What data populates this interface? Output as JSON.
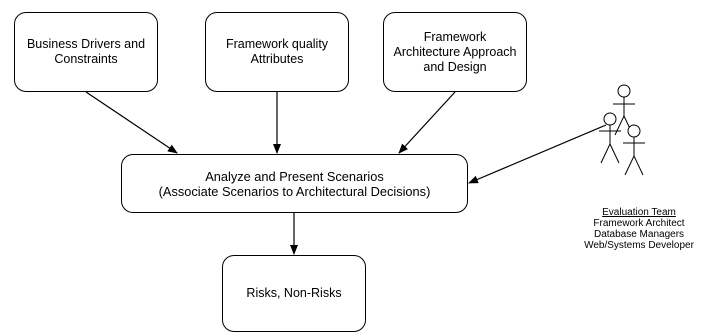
{
  "diagram": {
    "boxes": {
      "business_drivers": "Business Drivers and\nConstraints",
      "quality_attributes": "Framework quality\nAttributes",
      "architecture_approach": "Framework\nArchitecture Approach\nand Design",
      "analyze_scenarios": "Analyze and Present Scenarios\n(Associate Scenarios to Architectural Decisions)",
      "risks": "Risks, Non-Risks"
    },
    "evaluation_team": {
      "title": "Evaluation Team",
      "members": [
        "Framework Architect",
        "Database Managers",
        "Web/Systems Developer"
      ]
    }
  }
}
